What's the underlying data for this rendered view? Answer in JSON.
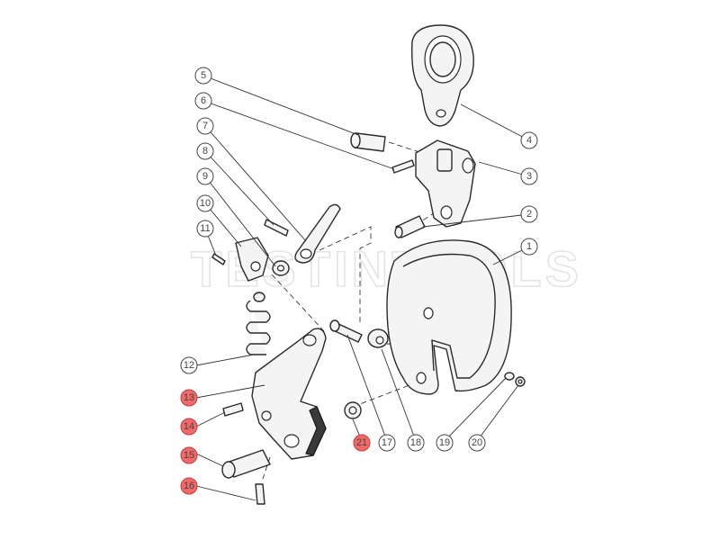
{
  "watermark": "TESTINTOOLS",
  "highlight_color": "#f06a6a",
  "callouts": [
    {
      "label": "1",
      "highlighted": false
    },
    {
      "label": "2",
      "highlighted": false
    },
    {
      "label": "3",
      "highlighted": false
    },
    {
      "label": "4",
      "highlighted": false
    },
    {
      "label": "5",
      "highlighted": false
    },
    {
      "label": "6",
      "highlighted": false
    },
    {
      "label": "7",
      "highlighted": false
    },
    {
      "label": "8",
      "highlighted": false
    },
    {
      "label": "9",
      "highlighted": false
    },
    {
      "label": "10",
      "highlighted": false
    },
    {
      "label": "11",
      "highlighted": false
    },
    {
      "label": "12",
      "highlighted": false
    },
    {
      "label": "13",
      "highlighted": true
    },
    {
      "label": "14",
      "highlighted": true
    },
    {
      "label": "15",
      "highlighted": true
    },
    {
      "label": "16",
      "highlighted": true
    },
    {
      "label": "17",
      "highlighted": false
    },
    {
      "label": "18",
      "highlighted": false
    },
    {
      "label": "19",
      "highlighted": false
    },
    {
      "label": "20",
      "highlighted": false
    },
    {
      "label": "21",
      "highlighted": true
    }
  ]
}
